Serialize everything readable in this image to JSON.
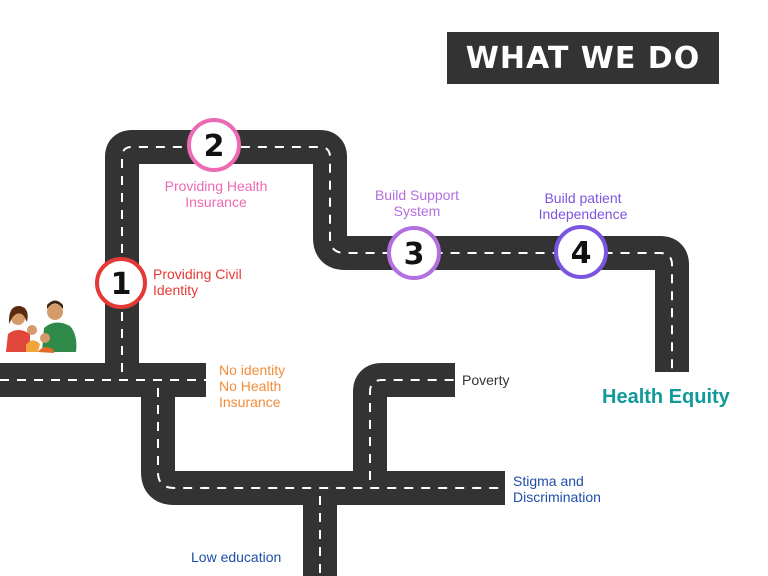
{
  "title": "WHAT WE DO",
  "steps": [
    {
      "number": "1",
      "label_lines": [
        "Providing Civil",
        "Identity"
      ],
      "color": "#e53935"
    },
    {
      "number": "2",
      "label_lines": [
        "Providing Health",
        "Insurance"
      ],
      "color": "#ec6ab3"
    },
    {
      "number": "3",
      "label_lines": [
        "Build Support",
        "System"
      ],
      "color": "#b36ee0"
    },
    {
      "number": "4",
      "label_lines": [
        "Build patient",
        "Independence"
      ],
      "color": "#7b55e0"
    }
  ],
  "barriers": [
    {
      "lines": [
        "No identity",
        "No Health",
        "Insurance"
      ],
      "color": "#f28c3a"
    },
    {
      "lines": [
        "Poverty"
      ],
      "color": "#333333"
    },
    {
      "lines": [
        "Stigma and",
        "Discrimination"
      ],
      "color": "#1f4fa8"
    },
    {
      "lines": [
        "Low education"
      ],
      "color": "#1f4fa8"
    }
  ],
  "goal": {
    "label": "Health Equity",
    "color": "#119a99"
  },
  "road_color": "#333333",
  "icons": {
    "family": "family-illustration"
  }
}
